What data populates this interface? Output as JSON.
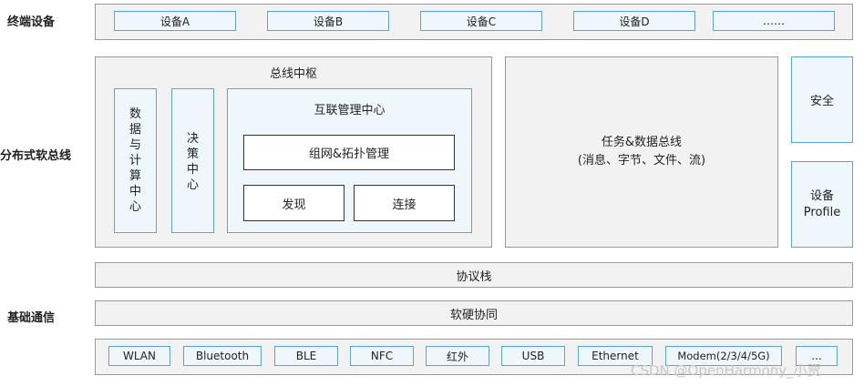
{
  "row_labels": {
    "terminal": "终端设备",
    "distributed": "分布式软总线",
    "comm": "基础通信"
  },
  "devices": [
    "设备A",
    "设备B",
    "设备C",
    "设备D",
    "……"
  ],
  "bus_hub": {
    "title": "总线中枢",
    "data_compute": [
      "数",
      "据",
      "与",
      "计",
      "算",
      "中",
      "心"
    ],
    "decision": [
      "决",
      "策",
      "中",
      "心"
    ],
    "interconnect": {
      "title": "互联管理中心",
      "network": "组网&拓扑管理",
      "discover": "发现",
      "connect": "连接"
    }
  },
  "task_bus": {
    "line1": "任务&数据总线",
    "line2": "(消息、字节、文件、流)"
  },
  "security": "安全",
  "device_profile": {
    "line1": "设备",
    "line2": "Profile"
  },
  "protocol_stack": "协议栈",
  "hw_sw_coop": "软硬协同",
  "comm_techs": [
    "WLAN",
    "Bluetooth",
    "BLE",
    "NFC",
    "红外",
    "USB",
    "Ethernet",
    "Modem(2/3/4/5G)",
    "..."
  ],
  "watermark": "CSDN @OpenHarmony_小贾"
}
